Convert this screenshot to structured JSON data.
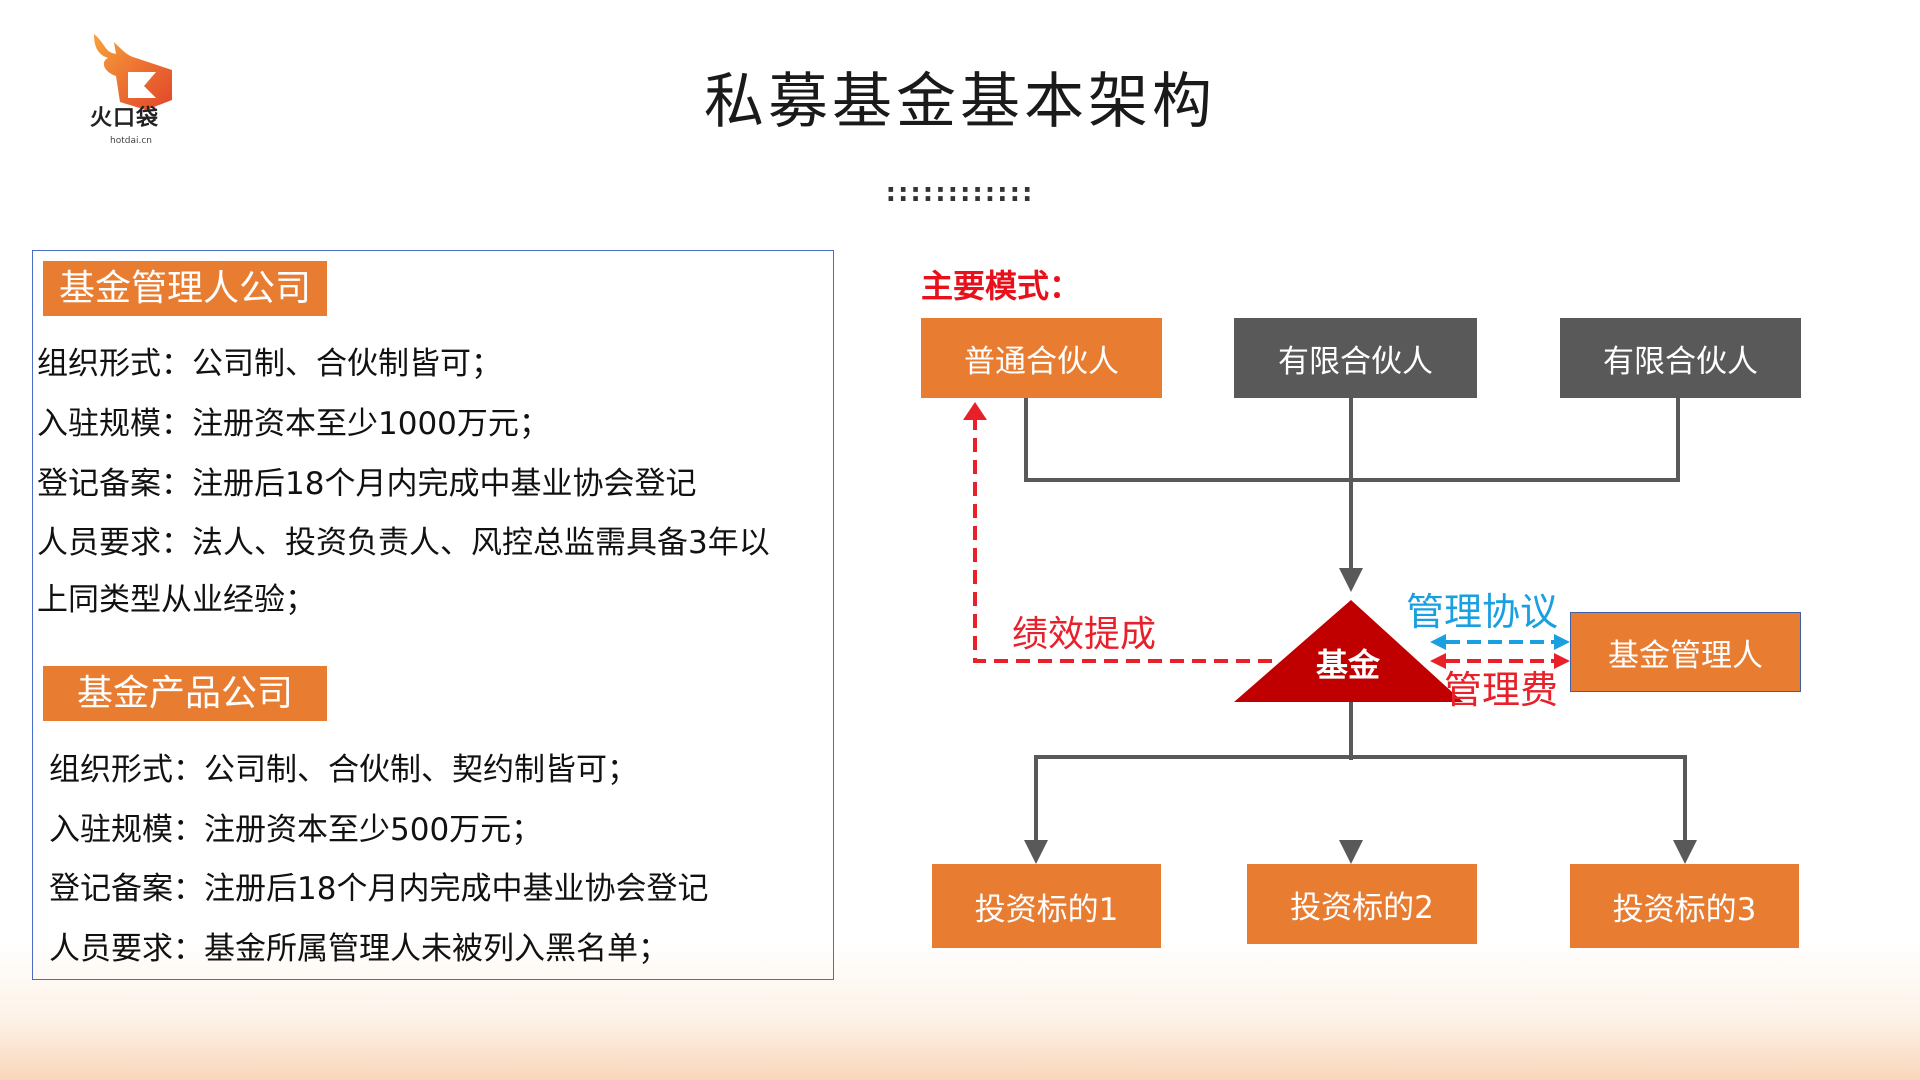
{
  "logo": {
    "brand": "火口袋",
    "domain": "hotdai.cn"
  },
  "title": "私募基金基本架构",
  "dots": "::::::::::::",
  "manager_company": {
    "header": "基金管理人公司",
    "lines": [
      "组织形式：公司制、合伙制皆可；",
      "入驻规模：注册资本至少1000万元；",
      "登记备案：注册后18个月内完成中基业协会登记",
      "人员要求：法人、投资负责人、风控总监需具备3年以",
      "上同类型从业经验；"
    ]
  },
  "product_company": {
    "header": "基金产品公司",
    "lines": [
      "组织形式：公司制、合伙制、契约制皆可；",
      "入驻规模：注册资本至少500万元；",
      "登记备案：注册后18个月内完成中基业协会登记",
      "人员要求：基金所属管理人未被列入黑名单；"
    ]
  },
  "diagram": {
    "mode_label": "主要模式：",
    "gp": "普通合伙人",
    "lp1": "有限合伙人",
    "lp2": "有限合伙人",
    "fund": "基金",
    "performance": "绩效提成",
    "agreement": "管理协议",
    "fee": "管理费",
    "manager": "基金管理人",
    "targets": [
      "投资标的1",
      "投资标的2",
      "投资标的3"
    ],
    "colors": {
      "orange": "#e87d32",
      "gray": "#595959",
      "red": "#c00000",
      "dash_red": "#e8202a",
      "blue": "#1aa0e0"
    }
  }
}
